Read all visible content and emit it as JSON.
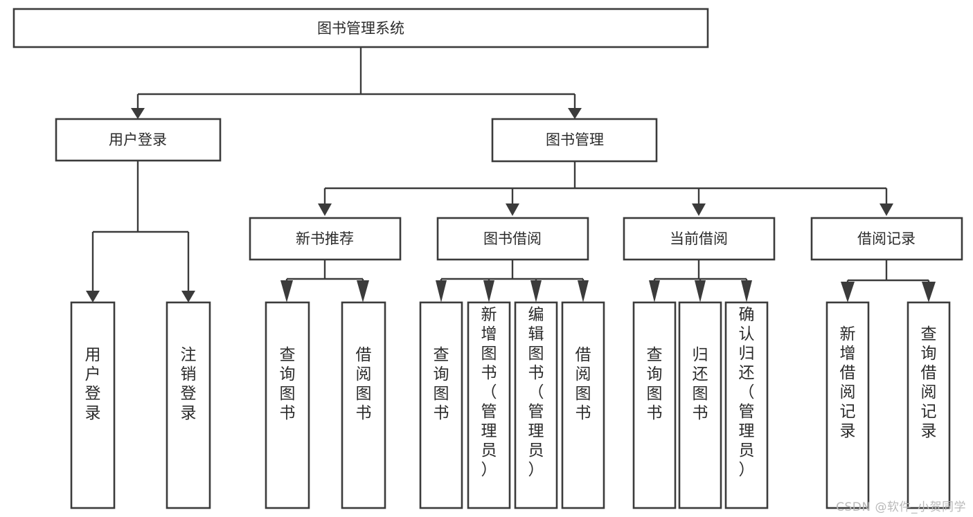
{
  "diagram": {
    "type": "tree-hierarchy-chart",
    "title": "图书管理系统",
    "colors": {
      "stroke": "#3b3b3b",
      "box_fill": "#ffffff",
      "text": "#2b2b2b",
      "background": "#ffffff",
      "watermark": "#b9b9b9"
    },
    "root": {
      "id": "root",
      "label": "图书管理系统",
      "orientation": "horizontal"
    },
    "level2": [
      {
        "id": "user-login",
        "label": "用户登录",
        "orientation": "horizontal"
      },
      {
        "id": "book-manage",
        "label": "图书管理",
        "orientation": "horizontal"
      }
    ],
    "level3": [
      {
        "id": "new-book-recommend",
        "label": "新书推荐",
        "parent": "book-manage",
        "orientation": "horizontal"
      },
      {
        "id": "book-borrow",
        "label": "图书借阅",
        "parent": "book-manage",
        "orientation": "horizontal"
      },
      {
        "id": "current-borrow",
        "label": "当前借阅",
        "parent": "book-manage",
        "orientation": "horizontal"
      },
      {
        "id": "borrow-record",
        "label": "借阅记录",
        "parent": "book-manage",
        "orientation": "horizontal"
      }
    ],
    "leaves": [
      {
        "id": "leaf-user-login",
        "label": "用户登录",
        "parent": "user-login",
        "orientation": "vertical"
      },
      {
        "id": "leaf-user-logout",
        "label": "注销登录",
        "parent": "user-login",
        "orientation": "vertical"
      },
      {
        "id": "leaf-query-book-1",
        "label": "查询图书",
        "parent": "new-book-recommend",
        "orientation": "vertical"
      },
      {
        "id": "leaf-borrow-book-1",
        "label": "借阅图书",
        "parent": "new-book-recommend",
        "orientation": "vertical"
      },
      {
        "id": "leaf-query-book-2",
        "label": "查询图书",
        "parent": "book-borrow",
        "orientation": "vertical"
      },
      {
        "id": "leaf-add-book",
        "label": "新增图书（管理员）",
        "parent": "book-borrow",
        "orientation": "vertical"
      },
      {
        "id": "leaf-edit-book",
        "label": "编辑图书（管理员）",
        "parent": "book-borrow",
        "orientation": "vertical"
      },
      {
        "id": "leaf-borrow-book-2",
        "label": "借阅图书",
        "parent": "book-borrow",
        "orientation": "vertical"
      },
      {
        "id": "leaf-query-book-3",
        "label": "查询图书",
        "parent": "current-borrow",
        "orientation": "vertical"
      },
      {
        "id": "leaf-return-book",
        "label": "归还图书",
        "parent": "current-borrow",
        "orientation": "vertical"
      },
      {
        "id": "leaf-confirm-return",
        "label": "确认归还（管理员）",
        "parent": "current-borrow",
        "orientation": "vertical"
      },
      {
        "id": "leaf-add-record",
        "label": "新增借阅记录",
        "parent": "borrow-record",
        "orientation": "vertical"
      },
      {
        "id": "leaf-query-record",
        "label": "查询借阅记录",
        "parent": "borrow-record",
        "orientation": "vertical"
      }
    ],
    "watermark": "CSDN @软件_小贺同学"
  }
}
